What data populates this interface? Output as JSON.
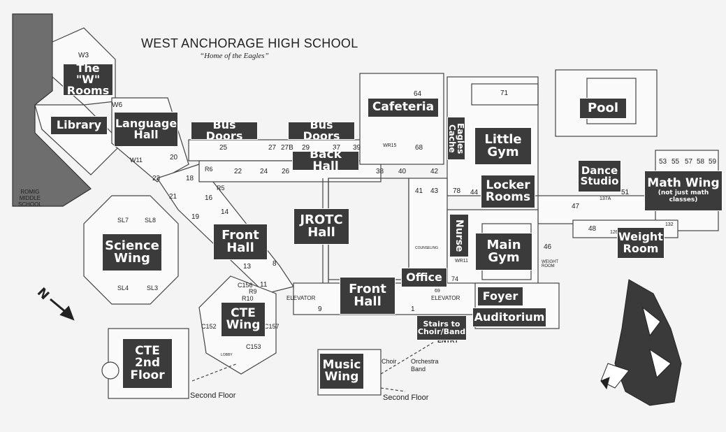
{
  "header": {
    "title": "WEST ANCHORAGE HIGH SCHOOL",
    "subtitle": "“Home of the Eagles”"
  },
  "labels": {
    "w_rooms": "The \"W\"\nRooms",
    "library": "Library",
    "language_hall": "Language\nHall",
    "bus_doors_1": "Bus Doors",
    "bus_doors_2": "Bus Doors",
    "cafeteria": "Cafeteria",
    "eagles_cache": "Eagles\nCache",
    "little_gym": "Little\nGym",
    "pool": "Pool",
    "back_hall": "Back Hall",
    "locker_rooms": "Locker\nRooms",
    "dance_studio": "Dance\nStudio",
    "math_wing": "Math Wing",
    "math_wing_sub": "(not just math\nclasses)",
    "science_wing": "Science\nWing",
    "jrotc_hall": "JROTC\nHall",
    "front_hall_1": "Front\nHall",
    "nurse": "Nurse",
    "main_gym": "Main\nGym",
    "weight_room": "Weight\nRoom",
    "office": "Office",
    "front_hall_2": "Front\nHall",
    "foyer": "Foyer",
    "auditorium": "Auditorium",
    "stairs": "Stairs to\nChoir/Band",
    "cte_wing": "CTE\nWing",
    "cte_2nd_floor": "CTE\n2nd\nFloor",
    "music_wing": "Music\nWing"
  },
  "notes": {
    "romig": "ROMIG\nMIDDLE\nSCHOOL",
    "second_floor_1": "Second Floor",
    "second_floor_2": "Second Floor",
    "choir": "Choir",
    "orchestra": "Orchestra",
    "band": "Band",
    "entry": "ENTRY",
    "elevator_1": "ELEVATOR",
    "elevator_2": "ELEVATOR"
  },
  "rooms": {
    "w3": "W3",
    "w6": "W6",
    "w11": "W11",
    "r6": "R6",
    "r5": "R5",
    "r10": "R10",
    "r9": "R9",
    "n20": "20",
    "n23": "23",
    "n21": "21",
    "n18": "18",
    "n16": "16",
    "n14": "14",
    "n19": "19",
    "n25": "25",
    "n27": "27",
    "n27b": "27B",
    "n29": "29",
    "n37": "37",
    "n39": "39",
    "n22": "22",
    "n24": "24",
    "n26": "26",
    "n38": "38",
    "n40": "40",
    "n42": "42",
    "n41": "41",
    "n43": "43",
    "n64": "64",
    "n68": "68",
    "n71": "71",
    "n78": "78",
    "n44": "44",
    "n46": "46",
    "n47": "47",
    "n48": "48",
    "n51": "51",
    "n53": "53",
    "n55": "55",
    "n57": "57",
    "n58": "58",
    "n59": "59",
    "n126": "126",
    "n132": "132",
    "n137a": "137A",
    "n13": "13",
    "n11": "11",
    "n8": "8",
    "n9": "9",
    "n1": "1",
    "n74": "74",
    "n69": "69",
    "c156": "C156",
    "c152": "C152",
    "c153": "C153",
    "c157": "C157",
    "sl7": "SL7",
    "sl8": "SL8",
    "sl4": "SL4",
    "sl3": "SL3",
    "wr15": "WR15",
    "wr11": "WR11",
    "weightroom_small": "WEIGHT\nROOM",
    "counseling": "COUNSELING",
    "lobby": "LOBBY"
  },
  "compass": {
    "direction": "N",
    "icon": "north-arrow-icon"
  },
  "colors": {
    "label_bg": "#3b3b3b",
    "label_text": "#ffffff",
    "line": "#444444",
    "romig_fill": "#6e6e6e"
  }
}
